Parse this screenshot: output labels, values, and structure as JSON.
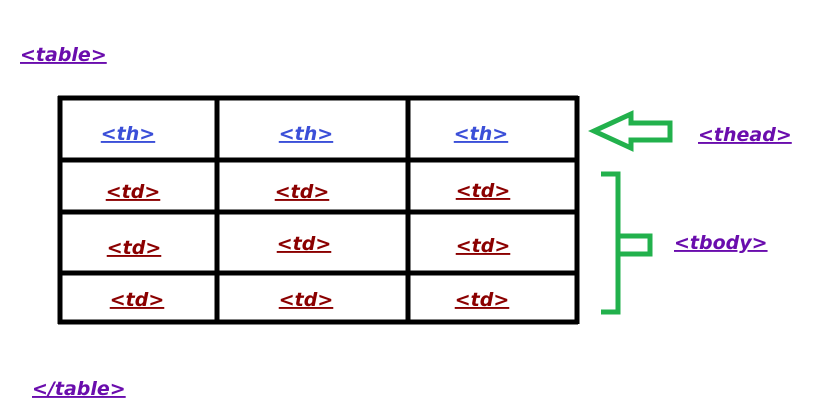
{
  "labels": {
    "table_open": "<table>",
    "table_close": "</table>",
    "thead": "<thead>",
    "tbody": "<tbody>"
  },
  "header_cells": [
    "<th>",
    "<th>",
    "<th>"
  ],
  "body_rows": [
    [
      "<td>",
      "<td>",
      "<td>"
    ],
    [
      "<td>",
      "<td>",
      "<td>"
    ],
    [
      "<td>",
      "<td>",
      "<td>"
    ]
  ],
  "colors": {
    "table_tag": "#6a0dad",
    "th": "#3b4fd8",
    "td": "#8b0000",
    "annotation": "#22b14c",
    "grid": "#000000"
  }
}
